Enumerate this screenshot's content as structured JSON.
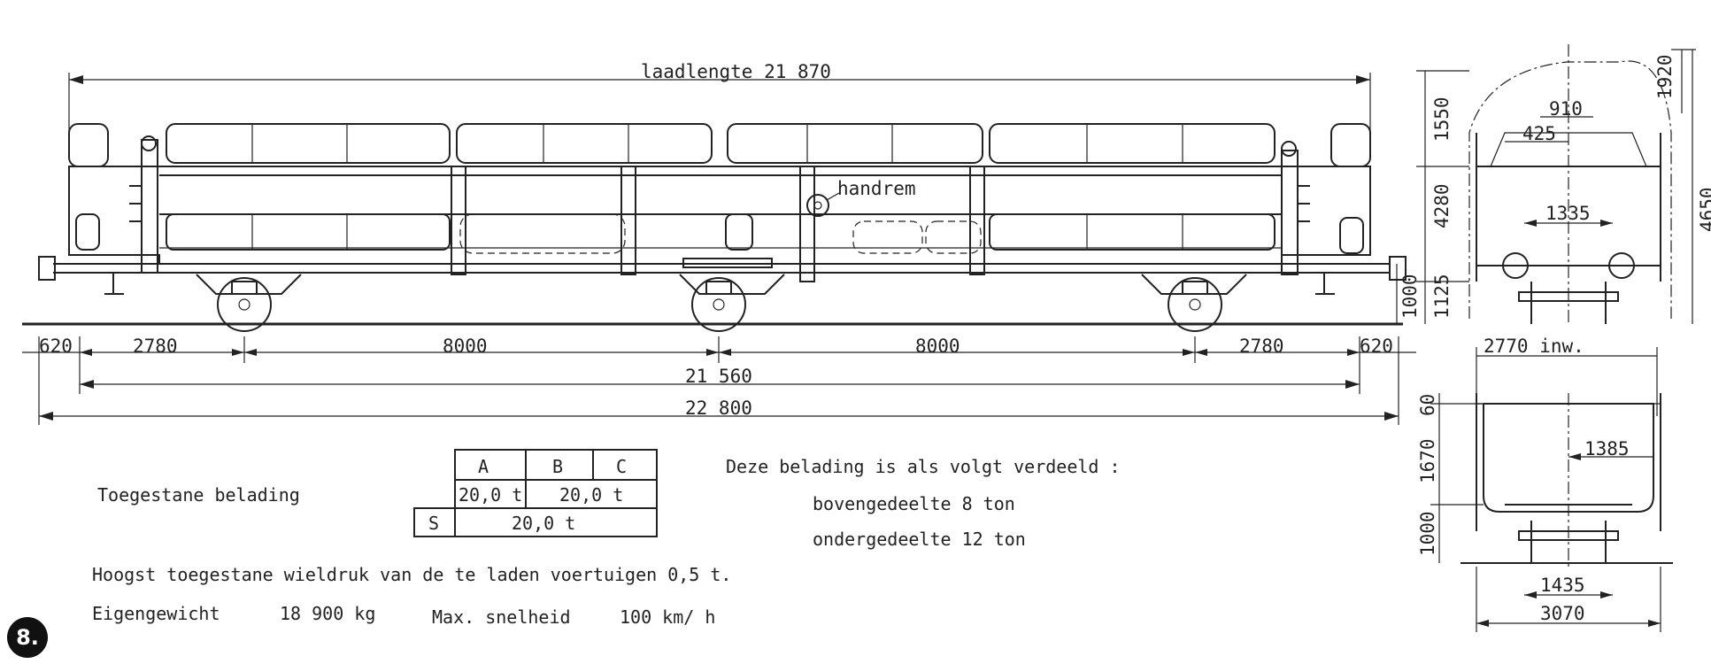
{
  "figure_number": "8.",
  "side_view": {
    "load_length": "laadlengte 21 870",
    "handbrake": "handrem",
    "dims": {
      "d620_left": "620",
      "d2780_left": "2780",
      "d8000_left": "8000",
      "d8000_right": "8000",
      "d2780_right": "2780",
      "d620_right": "620",
      "d21560": "21 560",
      "d22800": "22 800",
      "h4280": "4280",
      "h1125": "1125",
      "h1000": "1000"
    }
  },
  "end_view": {
    "dims": {
      "h1550": "1550",
      "h1920": "1920",
      "h4650": "4650",
      "w910": "910",
      "w425": "425",
      "w1335": "1335"
    }
  },
  "section_view": {
    "dims": {
      "w2770": "2770 inw.",
      "h60": "60",
      "h1670": "1670",
      "w1385": "1385",
      "h1000": "1000",
      "w1435": "1435",
      "w3070": "3070"
    }
  },
  "loading_table": {
    "label": "Toegestane belading",
    "head": [
      "A",
      "B",
      "C"
    ],
    "row1_a": "20,0 t",
    "row1_bc": "20,0 t",
    "row2_s": "S",
    "row2_val": "20,0 t"
  },
  "distribution": {
    "title": "Deze belading is als volgt verdeeld :",
    "upper": "bovengedeelte 8 ton",
    "lower": "ondergedeelte 12 ton"
  },
  "notes": {
    "wheel_pressure": "Hoogst toegestane wieldruk van de te laden voertuigen 0,5 t.",
    "own_weight_label": "Eigengewicht",
    "own_weight_value": "18 900 kg",
    "max_speed_label": "Max. snelheid",
    "max_speed_value": "100 km/ h"
  }
}
